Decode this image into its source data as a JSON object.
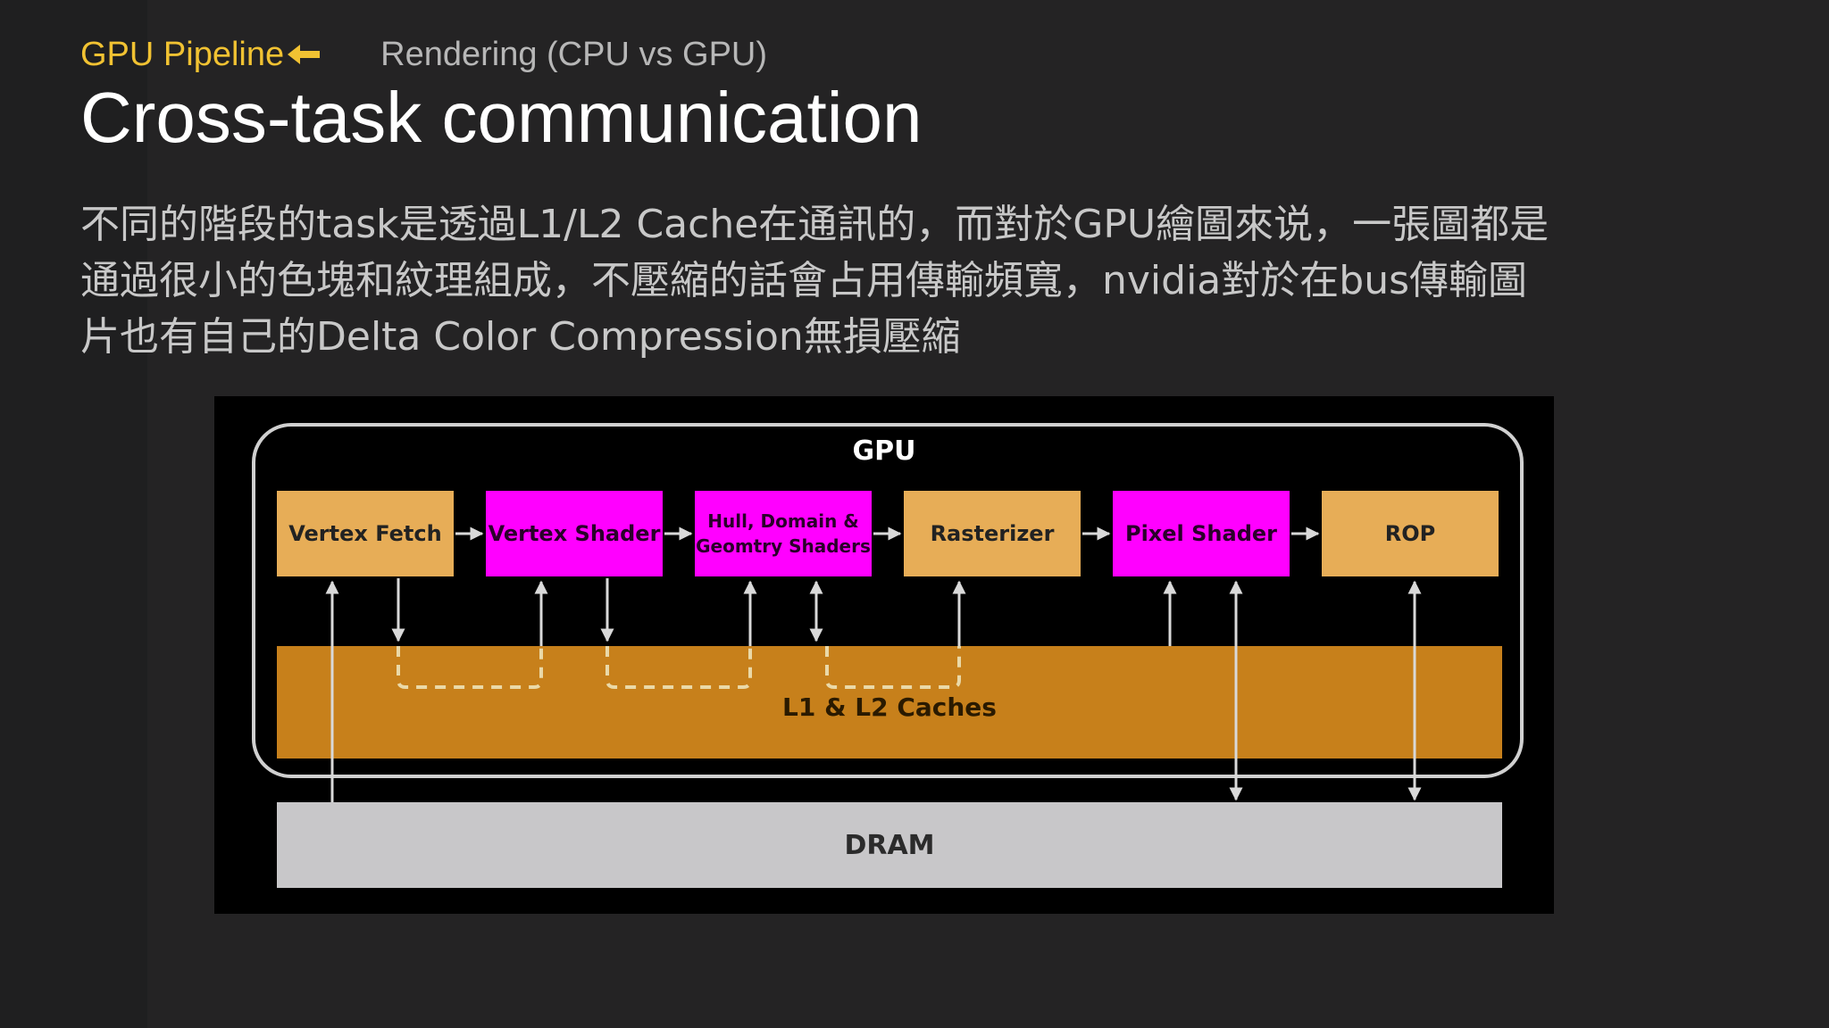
{
  "header": {
    "current_section": "GPU Pipeline",
    "parent_section": "Rendering (CPU vs GPU)",
    "title": "Cross-task communication"
  },
  "body": {
    "lines": [
      "不同的階段的task是透過L1/L2 Cache在通訊的，而對於GPU繪圖來说，一張圖都是",
      "通過很小的色塊和紋理組成，不壓縮的話會占用傳輸頻寬，nvidia對於在bus傳輸圖",
      "片也有自己的Delta Color Compression無損壓縮"
    ]
  },
  "diagram": {
    "gpu_label": "GPU",
    "stages": [
      {
        "label": "Vertex Fetch",
        "kind": "fixed"
      },
      {
        "label": "Vertex Shader",
        "kind": "programmable"
      },
      {
        "label_line1": "Hull, Domain &",
        "label_line2": "Geomtry Shaders",
        "kind": "programmable"
      },
      {
        "label": "Rasterizer",
        "kind": "fixed"
      },
      {
        "label": "Pixel Shader",
        "kind": "programmable"
      },
      {
        "label": "ROP",
        "kind": "fixed"
      }
    ],
    "cache_label": "L1 & L2 Caches",
    "dram_label": "DRAM"
  },
  "colors": {
    "accent": "#f1c232",
    "fixed_stage": "#e7ad57",
    "programmable_stage": "#ff00ff",
    "cache": "#c7801b",
    "dram": "#c8c7c9"
  }
}
